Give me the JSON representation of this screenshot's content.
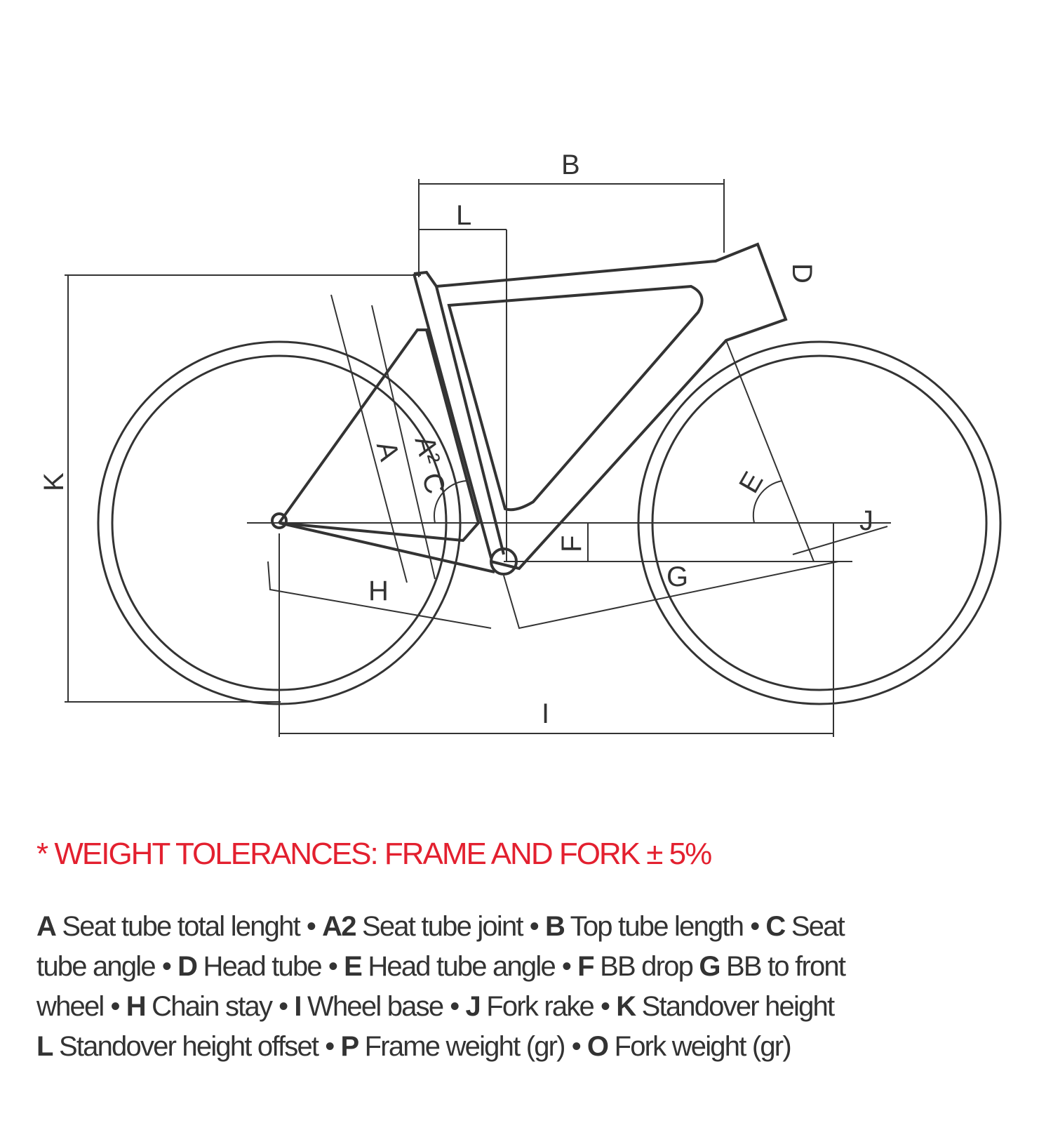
{
  "diagram": {
    "labels": {
      "A": "A",
      "A2": "A²",
      "C": "C",
      "B": "B",
      "L": "L",
      "D": "D",
      "E": "E",
      "F": "F",
      "G": "G",
      "H": "H",
      "I": "I",
      "J": "J",
      "K": "K"
    },
    "line_color": "#333333"
  },
  "tolerance_note": "* WEIGHT TOLERANCES: FRAME AND FORK ± 5%",
  "tolerance_color": "#e3202f",
  "legend": {
    "lines": [
      [
        {
          "key": "A",
          "text": "Seat tube total lenght",
          "sep": "•"
        },
        {
          "key": "A2",
          "text": "Seat tube joint",
          "sep": "•"
        },
        {
          "key": "B",
          "text": "Top tube length",
          "sep": "•"
        },
        {
          "key": "C",
          "text": "Seat",
          "sep": ""
        }
      ],
      [
        {
          "key": "",
          "text": "tube angle",
          "sep": "•"
        },
        {
          "key": "D",
          "text": "Head tube",
          "sep": "•"
        },
        {
          "key": "E",
          "text": "Head tube angle",
          "sep": "•"
        },
        {
          "key": "F",
          "text": "BB drop",
          "sep": ""
        },
        {
          "key": "G",
          "text": "BB to front",
          "sep": ""
        }
      ],
      [
        {
          "key": "",
          "text": "wheel",
          "sep": "•"
        },
        {
          "key": "H",
          "text": "Chain stay",
          "sep": "•"
        },
        {
          "key": "I",
          "text": "Wheel base",
          "sep": "•"
        },
        {
          "key": "J",
          "text": "Fork rake",
          "sep": "•"
        },
        {
          "key": "K",
          "text": "Standover height",
          "sep": ""
        }
      ],
      [
        {
          "key": "L",
          "text": "Standover height offset",
          "sep": "•"
        },
        {
          "key": "P",
          "text": "Frame weight (gr)",
          "sep": "•"
        },
        {
          "key": "O",
          "text": "Fork weight (gr)",
          "sep": ""
        }
      ]
    ]
  }
}
